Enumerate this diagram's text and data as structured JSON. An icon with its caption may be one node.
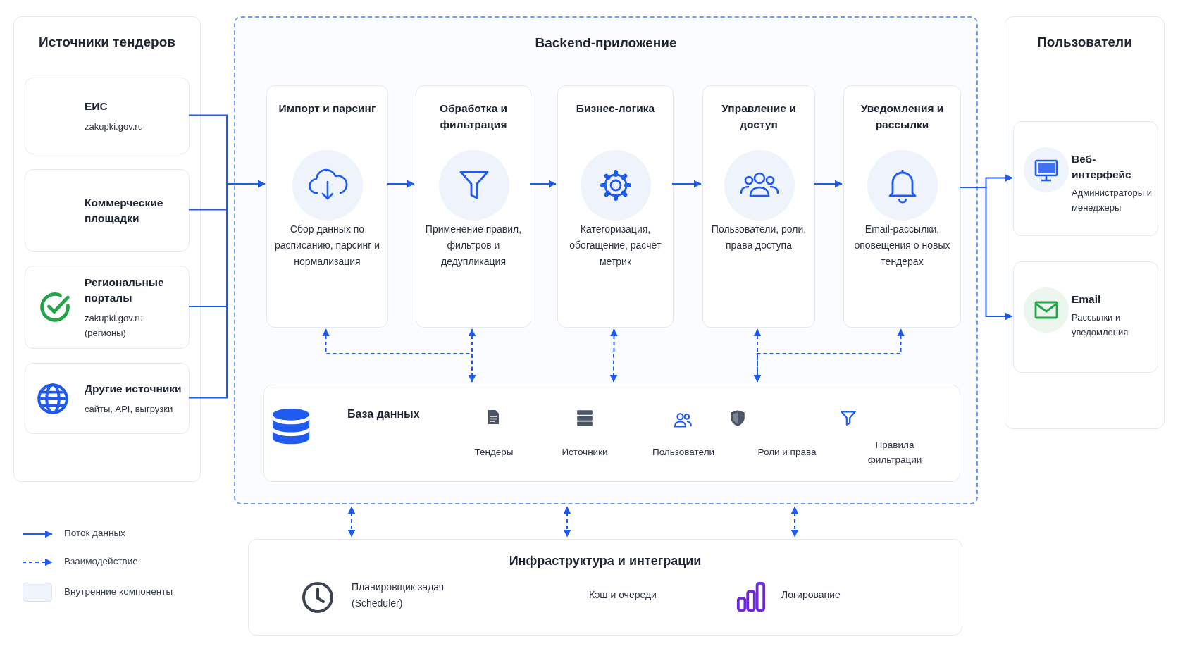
{
  "diagram": {
    "nodes": [
      {
        "text": [
          "Источники тендеров"
        ]
      },
      {
        "text": [
          "ЕИС",
          "zakupki.gov.ru"
        ],
        "in": 0
      },
      {
        "text": [
          "Коммерческие площадки"
        ],
        "in": 0
      },
      {
        "text": [
          "Региональные порталы",
          "zakupki.gov.ru (регионы)"
        ],
        "in": 0
      },
      {
        "text": [
          "Другие источники",
          "сайты, API, выгрузки"
        ],
        "in": 0
      },
      {
        "text": [
          "Backend-приложение"
        ]
      },
      {
        "text": [
          "Импорт и парсинг",
          "Сбор данных по расписанию, парсинг и нормализация"
        ],
        "in": 5
      },
      {
        "text": [
          "Обработка и фильтрация",
          "Применение правил, фильтров и дедупликация"
        ],
        "in": 5
      },
      {
        "text": [
          "Бизнес-логика",
          "Категоризация, обогащение, расчёт метрик"
        ],
        "in": 5
      },
      {
        "text": [
          "Управление и доступ",
          "Пользователи, роли, права доступа"
        ],
        "in": 5
      },
      {
        "text": [
          "Уведомления и рассылки",
          "Email-рассылки, оповещения о новых тендерах"
        ],
        "in": 5
      },
      {
        "text": [
          "База данных",
          "Тендеры",
          "Источники",
          "Пользователи",
          "Роли и права",
          "Правила фильтрации"
        ],
        "in": 5
      },
      {
        "text": [
          "Пользователи"
        ]
      },
      {
        "text": [
          "Веб-интерфейс",
          "Администраторы и менеджеры"
        ],
        "in": 12
      },
      {
        "text": [
          "Email",
          "Рассылки и уведомления"
        ],
        "in": 12
      },
      {
        "text": [
          "Инфраструктура и интеграции",
          "Планировщик задач",
          "(Scheduler)",
          "Кэш и очереди",
          "Логирование"
        ]
      }
    ],
    "edges": [
      {
        "from": 1,
        "to": 6,
        "arrow": "to"
      },
      {
        "from": 2,
        "to": 6,
        "arrow": "to"
      },
      {
        "from": 3,
        "to": 6,
        "arrow": "to"
      },
      {
        "from": 4,
        "to": 6,
        "arrow": "to"
      },
      {
        "from": 6,
        "to": 7,
        "arrow": "to"
      },
      {
        "from": 7,
        "to": 8,
        "arrow": "to"
      },
      {
        "from": 8,
        "to": 9,
        "arrow": "to"
      },
      {
        "from": 9,
        "to": 10,
        "arrow": "to"
      },
      {
        "from": 10,
        "to": 13,
        "arrow": "to"
      },
      {
        "from": 10,
        "to": 14,
        "arrow": "to"
      },
      {
        "from": 6,
        "to": 11,
        "arrow": "both",
        "style": "dashed"
      },
      {
        "from": 7,
        "to": 11,
        "arrow": "both",
        "style": "dashed"
      },
      {
        "from": 8,
        "to": 11,
        "arrow": "both",
        "style": "dashed"
      },
      {
        "from": 9,
        "to": 11,
        "arrow": "both",
        "style": "dashed"
      },
      {
        "from": 10,
        "to": 11,
        "arrow": "both",
        "style": "dashed"
      },
      {
        "from": 5,
        "to": 15,
        "arrow": "both",
        "style": "dashed"
      },
      {
        "from": 5,
        "to": 15,
        "arrow": "both",
        "style": "dashed"
      },
      {
        "from": 5,
        "to": 15,
        "arrow": "both",
        "style": "dashed"
      }
    ],
    "legend": [
      {
        "text": "Поток данных"
      },
      {
        "text": "Взаимодействие"
      },
      {
        "text": "Внутренние компоненты",
        "color": "#eef3fc"
      }
    ]
  }
}
